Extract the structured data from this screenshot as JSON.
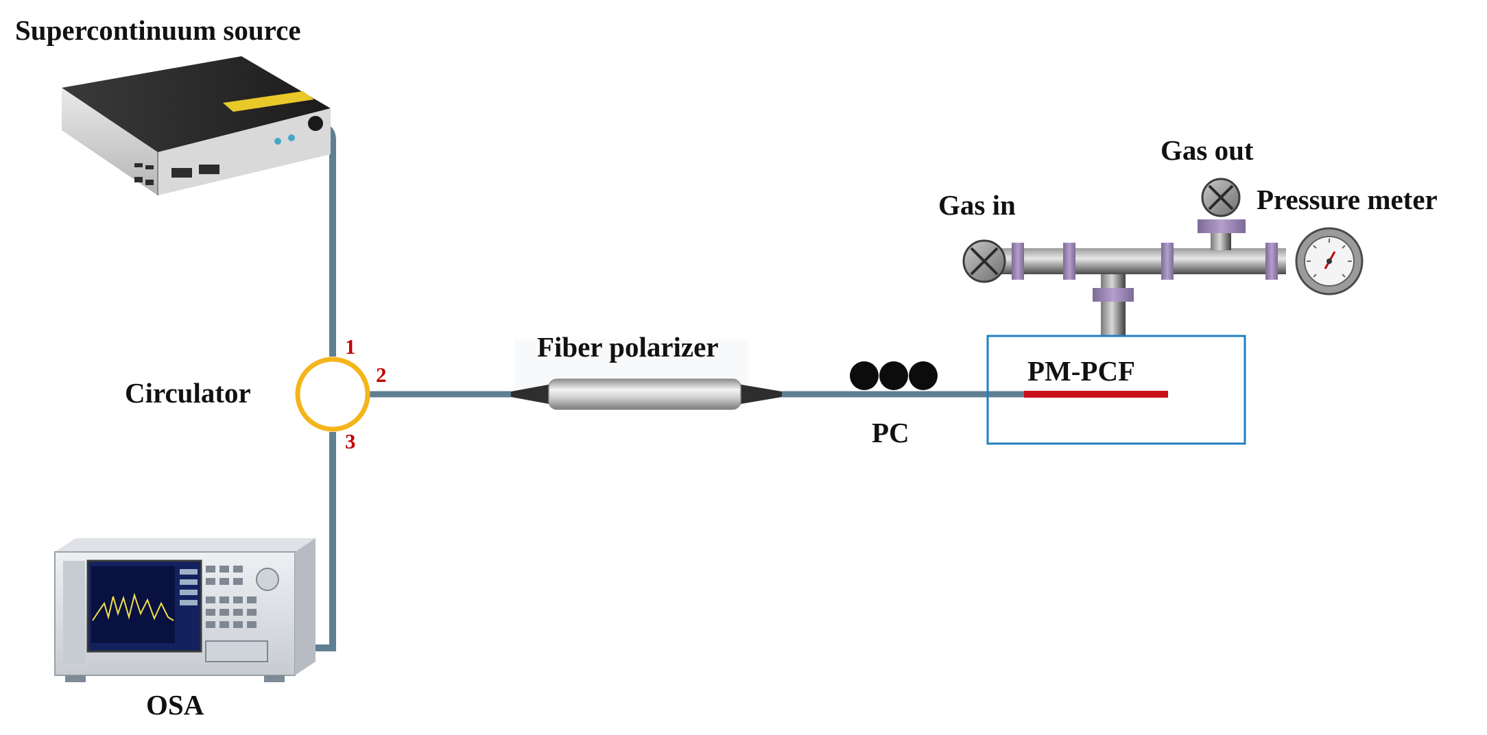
{
  "labels": {
    "source": "Supercontinuum source",
    "circulator": "Circulator",
    "osa": "OSA",
    "polarizer": "Fiber polarizer",
    "pc": "PC",
    "pmpcf": "PM-PCF",
    "gas_in": "Gas in",
    "gas_out": "Gas out",
    "pressure_meter": "Pressure meter"
  },
  "ports": {
    "p1": "1",
    "p2": "2",
    "p3": "3"
  },
  "colors": {
    "fiber": "#5f7f93",
    "circulator": "#f4b51c",
    "port_label": "#c00000",
    "chamber": "#1f7fc2",
    "pmpcf_fiber": "#c8101a",
    "flange": "#9b83b6",
    "pipe": "#6d6d6d"
  },
  "icons": [
    "laser-source-device",
    "osa-instrument",
    "fiber-polarizer",
    "valve-icon",
    "pressure-gauge-icon"
  ]
}
